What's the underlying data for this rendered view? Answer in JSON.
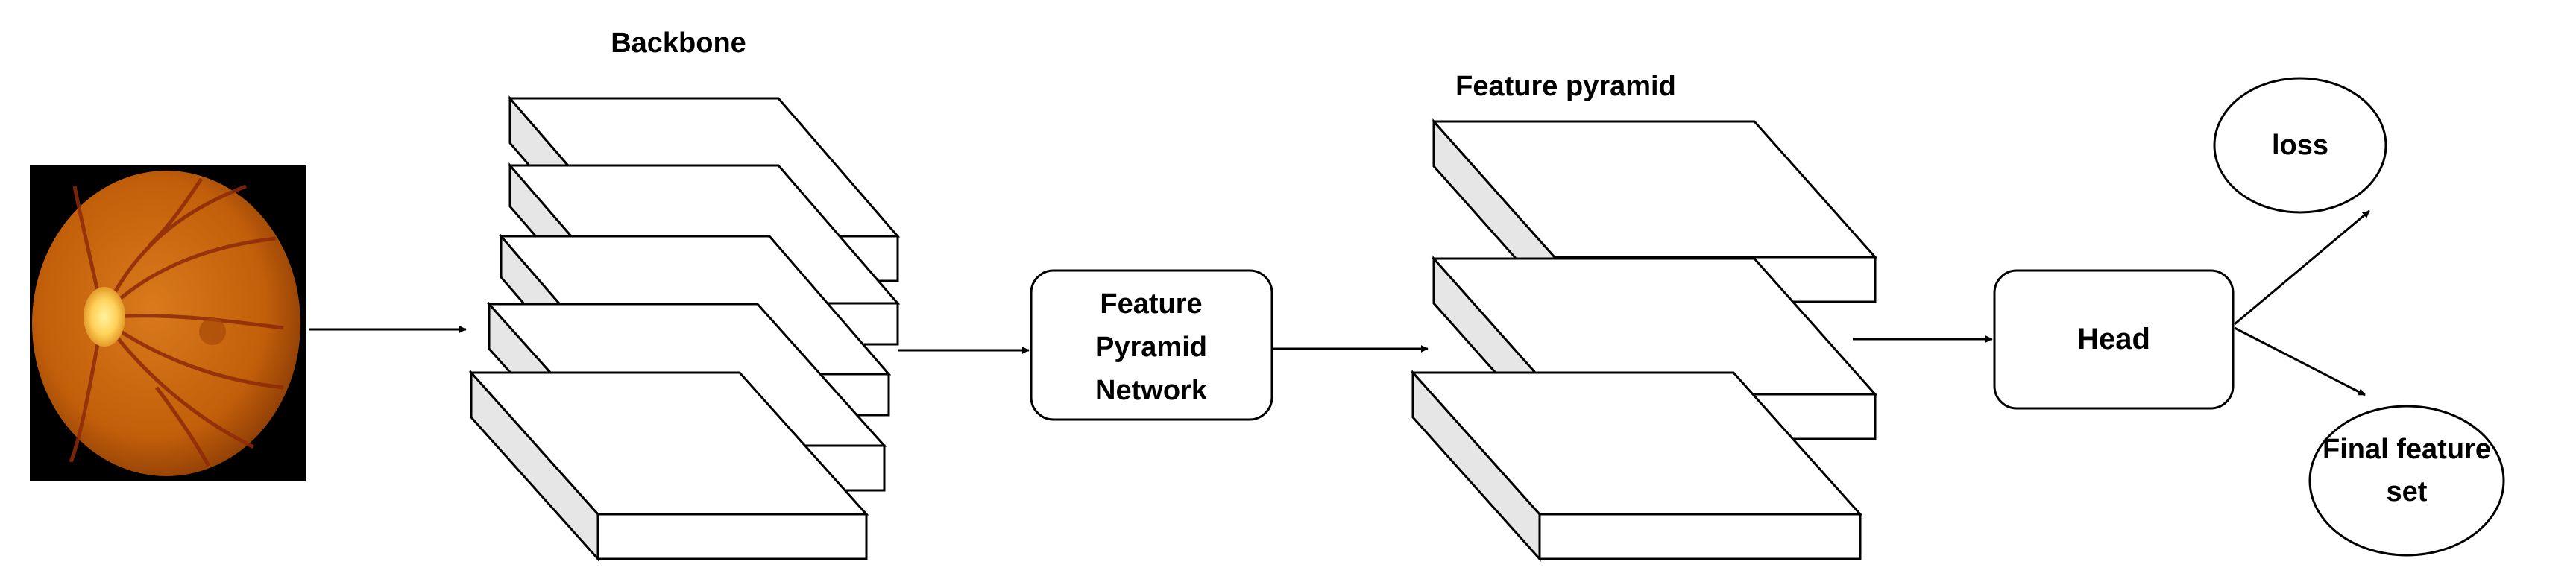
{
  "diagram": {
    "nodes": {
      "input_image": {
        "label": ""
      },
      "backbone": {
        "label": "Backbone"
      },
      "fpn": {
        "lines": [
          "Feature",
          "Pyramid",
          "Network"
        ]
      },
      "feature_pyramid": {
        "label": "Feature pyramid"
      },
      "head": {
        "label": "Head"
      },
      "loss": {
        "label": "loss"
      },
      "final_feature_set": {
        "lines": [
          "Final feature",
          "set"
        ]
      }
    },
    "edges": [
      {
        "from": "input_image",
        "to": "backbone"
      },
      {
        "from": "backbone",
        "to": "fpn"
      },
      {
        "from": "fpn",
        "to": "feature_pyramid"
      },
      {
        "from": "feature_pyramid",
        "to": "head"
      },
      {
        "from": "head",
        "to": "loss"
      },
      {
        "from": "head",
        "to": "final_feature_set"
      }
    ],
    "colors": {
      "fundus_background": "#000000",
      "retina": "#c9650c",
      "retina_edge": "#8a3b06",
      "optic_disc": "#ffd25a",
      "vessels": "#8e2a0a",
      "slab_side": "#e6e6e6"
    }
  }
}
